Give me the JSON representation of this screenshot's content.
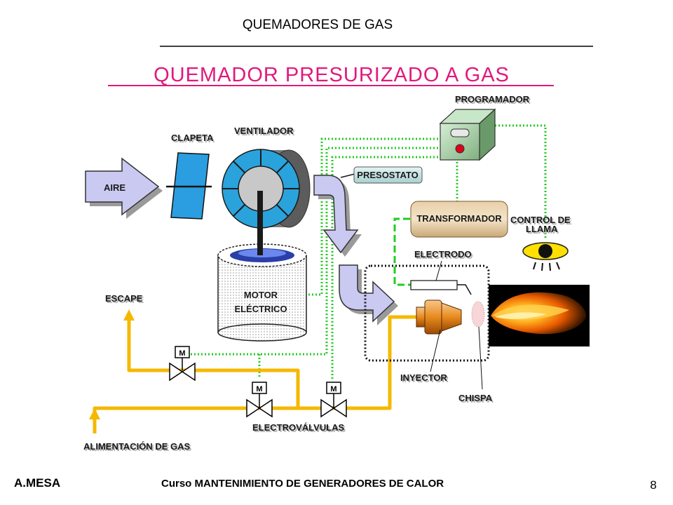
{
  "header": {
    "subject": "QUEMADORES DE GAS",
    "title": "QUEMADOR PRESURIZADO A GAS"
  },
  "labels": {
    "aire": "AIRE",
    "clapeta": "CLAPETA",
    "ventilador": "VENTILADOR",
    "programador": "PROGRAMADOR",
    "presostato": "PRESOSTATO",
    "transformador": "TRANSFORMADOR",
    "control_llama_1": "CONTROL DE",
    "control_llama_2": "LLAMA",
    "electrodo": "ELECTRODO",
    "motor_1": "MOTOR",
    "motor_2": "ELÉCTRICO",
    "escape": "ESCAPE",
    "inyector": "INYECTOR",
    "chispa": "CHISPA",
    "electrovalvulas": "ELECTROVÁLVULAS",
    "alimentacion": "ALIMENTACIÓN DE GAS",
    "valve_m": "M"
  },
  "footer": {
    "author": "A.MESA",
    "course": "Curso MANTENIMIENTO DE GENERADORES DE CALOR",
    "page": "8"
  },
  "colors": {
    "title": "#e0197d",
    "pipe": "#f5b800",
    "wire": "#22cc22",
    "fan": "#33aadd",
    "arrow": "#b8b8ee",
    "box": "#99cc99"
  }
}
